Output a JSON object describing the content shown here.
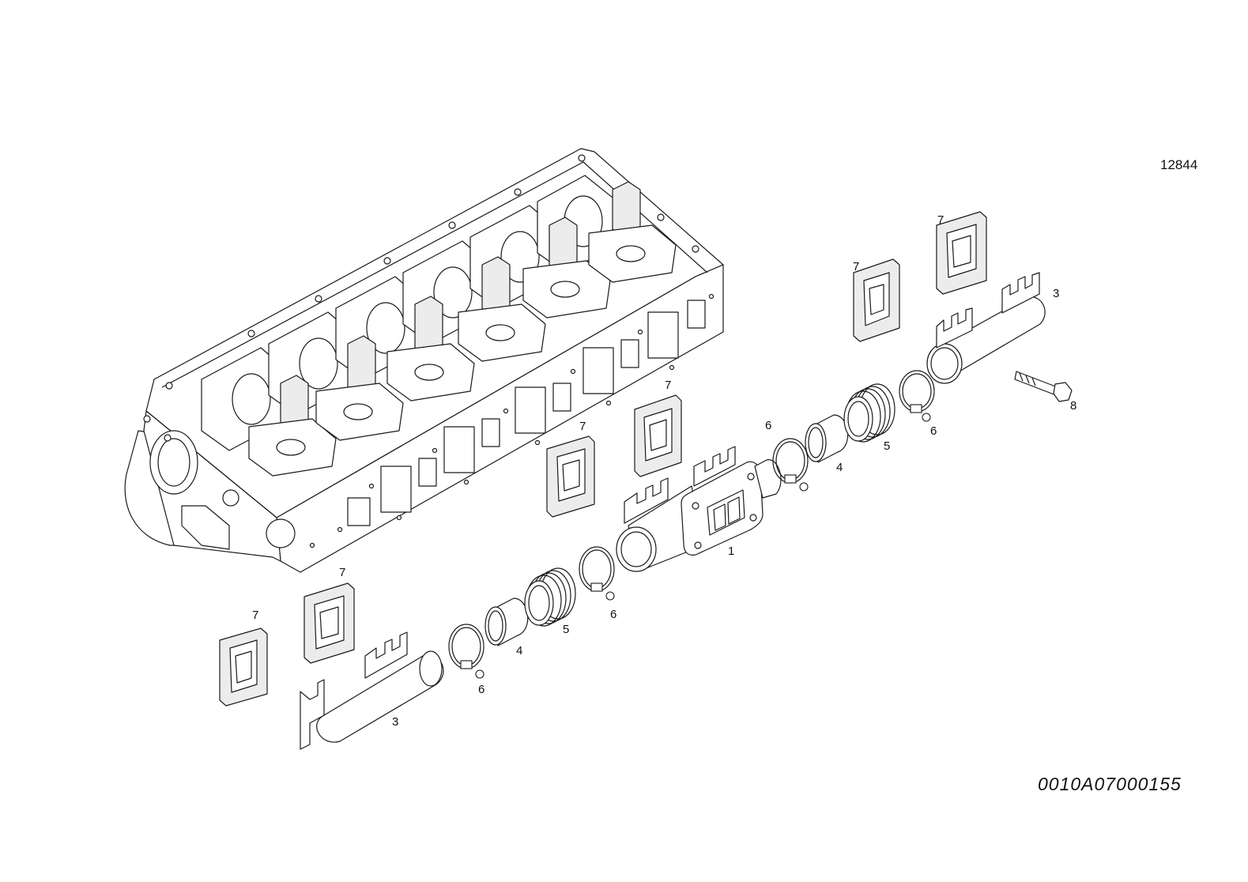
{
  "diagram": {
    "reference_number": "12844",
    "drawing_code": "0010A07000155",
    "callouts": [
      "1",
      "3",
      "3",
      "4",
      "4",
      "5",
      "5",
      "6",
      "6",
      "6",
      "6",
      "7",
      "7",
      "7",
      "7",
      "7",
      "7",
      "8"
    ]
  }
}
